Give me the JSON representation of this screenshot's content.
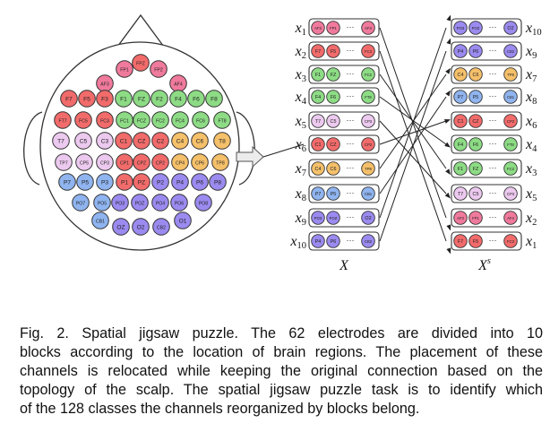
{
  "colors": {
    "red": "#f26b6b",
    "pink": "#f07a9c",
    "green": "#8ddc85",
    "orange": "#f5c06a",
    "lilac": "#ecc9ef",
    "blue": "#8fb4ef",
    "purple": "#9b8aef",
    "stroke": "#333333"
  },
  "scalp": {
    "electrodes": [
      {
        "label": "FPZ",
        "color": "red"
      },
      {
        "label": "FP1",
        "color": "pink"
      },
      {
        "label": "FP2",
        "color": "pink"
      },
      {
        "label": "AF3",
        "color": "pink"
      },
      {
        "label": "AF4",
        "color": "pink"
      },
      {
        "label": "F7",
        "color": "red"
      },
      {
        "label": "F5",
        "color": "red"
      },
      {
        "label": "F3",
        "color": "red"
      },
      {
        "label": "F1",
        "color": "green"
      },
      {
        "label": "FZ",
        "color": "green"
      },
      {
        "label": "F2",
        "color": "green"
      },
      {
        "label": "F4",
        "color": "green"
      },
      {
        "label": "F6",
        "color": "green"
      },
      {
        "label": "F8",
        "color": "green"
      },
      {
        "label": "FT7",
        "color": "red"
      },
      {
        "label": "FC5",
        "color": "red"
      },
      {
        "label": "FC3",
        "color": "red"
      },
      {
        "label": "FC1",
        "color": "green"
      },
      {
        "label": "FCZ",
        "color": "green"
      },
      {
        "label": "FC2",
        "color": "green"
      },
      {
        "label": "FC4",
        "color": "green"
      },
      {
        "label": "FC6",
        "color": "green"
      },
      {
        "label": "FT8",
        "color": "green"
      },
      {
        "label": "T7",
        "color": "lilac"
      },
      {
        "label": "C5",
        "color": "lilac"
      },
      {
        "label": "C3",
        "color": "lilac"
      },
      {
        "label": "C1",
        "color": "red"
      },
      {
        "label": "CZ",
        "color": "red"
      },
      {
        "label": "C2",
        "color": "red"
      },
      {
        "label": "C4",
        "color": "orange"
      },
      {
        "label": "C6",
        "color": "orange"
      },
      {
        "label": "T8",
        "color": "orange"
      },
      {
        "label": "TP7",
        "color": "lilac"
      },
      {
        "label": "CP5",
        "color": "lilac"
      },
      {
        "label": "CP3",
        "color": "lilac"
      },
      {
        "label": "CP1",
        "color": "red"
      },
      {
        "label": "CPZ",
        "color": "red"
      },
      {
        "label": "CP2",
        "color": "red"
      },
      {
        "label": "CP4",
        "color": "orange"
      },
      {
        "label": "CP6",
        "color": "orange"
      },
      {
        "label": "TP8",
        "color": "orange"
      },
      {
        "label": "P7",
        "color": "blue"
      },
      {
        "label": "P5",
        "color": "blue"
      },
      {
        "label": "P3",
        "color": "blue"
      },
      {
        "label": "P1",
        "color": "red"
      },
      {
        "label": "PZ",
        "color": "red"
      },
      {
        "label": "P2",
        "color": "purple"
      },
      {
        "label": "P4",
        "color": "purple"
      },
      {
        "label": "P6",
        "color": "purple"
      },
      {
        "label": "P8",
        "color": "purple"
      },
      {
        "label": "PO7",
        "color": "blue"
      },
      {
        "label": "PO5",
        "color": "blue"
      },
      {
        "label": "PO3",
        "color": "purple"
      },
      {
        "label": "POZ",
        "color": "purple"
      },
      {
        "label": "PO4",
        "color": "purple"
      },
      {
        "label": "PO6",
        "color": "purple"
      },
      {
        "label": "PO8",
        "color": "purple"
      },
      {
        "label": "CB1",
        "color": "blue"
      },
      {
        "label": "O1",
        "color": "purple"
      },
      {
        "label": "OZ",
        "color": "purple"
      },
      {
        "label": "O2",
        "color": "purple"
      },
      {
        "label": "CB2",
        "color": "purple"
      }
    ]
  },
  "dots": "···",
  "blocks_left": {
    "axis_label": "X",
    "rows": [
      {
        "var": "x",
        "sub": "1",
        "color": "pink",
        "labels": [
          "AF3",
          "FP1",
          "AF4"
        ]
      },
      {
        "var": "x",
        "sub": "2",
        "color": "red",
        "labels": [
          "F7",
          "F5",
          "FC3"
        ]
      },
      {
        "var": "x",
        "sub": "3",
        "color": "green",
        "labels": [
          "F1",
          "FZ",
          "FC2"
        ]
      },
      {
        "var": "x",
        "sub": "4",
        "color": "green",
        "labels": [
          "F4",
          "F6",
          "FT8"
        ]
      },
      {
        "var": "x",
        "sub": "5",
        "color": "lilac",
        "labels": [
          "T7",
          "C5",
          "CP3"
        ]
      },
      {
        "var": "x",
        "sub": "6",
        "color": "red",
        "labels": [
          "C1",
          "CZ",
          "CP2"
        ]
      },
      {
        "var": "x",
        "sub": "7",
        "color": "orange",
        "labels": [
          "C4",
          "C6",
          "TP8"
        ]
      },
      {
        "var": "x",
        "sub": "8",
        "color": "blue",
        "labels": [
          "P7",
          "P5",
          "CB1"
        ]
      },
      {
        "var": "x",
        "sub": "9",
        "color": "purple",
        "labels": [
          "PO3",
          "POZ",
          "O2"
        ]
      },
      {
        "var": "x",
        "sub": "10",
        "color": "purple",
        "labels": [
          "P4",
          "P6",
          "CB2"
        ]
      }
    ]
  },
  "blocks_right": {
    "axis_label": "X",
    "axis_sup": "s",
    "rows": [
      {
        "var": "x",
        "sub": "10",
        "color": "purple",
        "labels": [
          "PO3",
          "POZ",
          "O2"
        ]
      },
      {
        "var": "x",
        "sub": "9",
        "color": "purple",
        "labels": [
          "P4",
          "P6",
          "CB2"
        ]
      },
      {
        "var": "x",
        "sub": "7",
        "color": "orange",
        "labels": [
          "C4",
          "C6",
          "TP8"
        ]
      },
      {
        "var": "x",
        "sub": "8",
        "color": "blue",
        "labels": [
          "P7",
          "P5",
          "CB1"
        ]
      },
      {
        "var": "x",
        "sub": "6",
        "color": "red",
        "labels": [
          "C1",
          "CZ",
          "CP2"
        ]
      },
      {
        "var": "x",
        "sub": "4",
        "color": "green",
        "labels": [
          "F4",
          "F6",
          "FT8"
        ]
      },
      {
        "var": "x",
        "sub": "3",
        "color": "green",
        "labels": [
          "F1",
          "FZ",
          "FC2"
        ]
      },
      {
        "var": "x",
        "sub": "5",
        "color": "lilac",
        "labels": [
          "T7",
          "C5",
          "CP3"
        ]
      },
      {
        "var": "x",
        "sub": "2",
        "color": "pink",
        "labels": [
          "AF3",
          "FP1",
          "AF4"
        ]
      },
      {
        "var": "x",
        "sub": "1",
        "color": "red",
        "labels": [
          "F7",
          "F5",
          "FC3"
        ]
      }
    ]
  },
  "caption": {
    "lines": [
      "Fig. 2. Spatial jigsaw puzzle. The 62 electrodes are divided into 10",
      "blocks according to the location of brain regions. The placement of these",
      "channels is relocated while keeping the original connection based on the",
      "topology of the scalp. The spatial jigsaw puzzle task is to identify which",
      "of the 128 classes the channels reorganized by blocks belong."
    ]
  }
}
